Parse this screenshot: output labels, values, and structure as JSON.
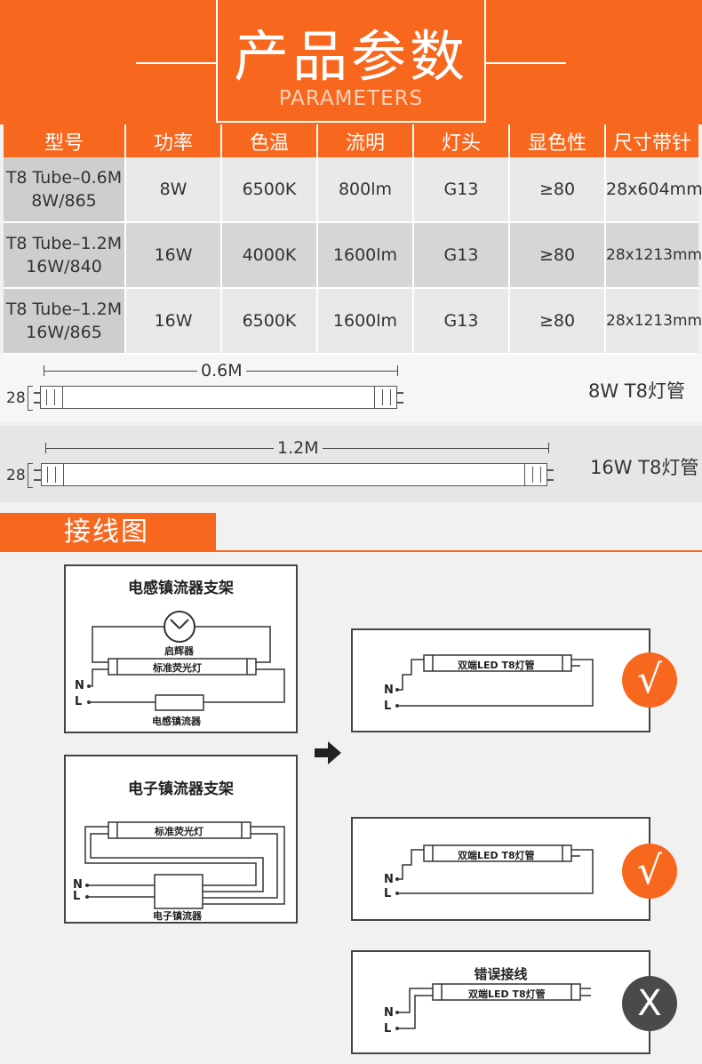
{
  "header": {
    "title": "产品参数",
    "subtitle": "PARAMETERS"
  },
  "table": {
    "columns": [
      "型号",
      "功率",
      "色温",
      "流明",
      "灯头",
      "显色性",
      "尺寸带针"
    ],
    "rows": [
      {
        "model_line1": "T8 Tube–0.6M",
        "model_line2": "8W/865",
        "power": "8W",
        "cct": "6500K",
        "lumen": "800lm",
        "base": "G13",
        "cri": "≥80",
        "size": "28x604mm"
      },
      {
        "model_line1": "T8 Tube–1.2M",
        "model_line2": "16W/840",
        "power": "16W",
        "cct": "4000K",
        "lumen": "1600lm",
        "base": "G13",
        "cri": "≥80",
        "size": "28x1213mm"
      },
      {
        "model_line1": "T8 Tube–1.2M",
        "model_line2": "16W/865",
        "power": "16W",
        "cct": "6500K",
        "lumen": "1600lm",
        "base": "G13",
        "cri": "≥80",
        "size": "28x1213mm"
      }
    ]
  },
  "tubes": [
    {
      "length_label": "0.6M",
      "diameter_label": "28",
      "caption": "8W T8灯管"
    },
    {
      "length_label": "1.2M",
      "diameter_label": "28",
      "caption": "16W T8灯管"
    }
  ],
  "wiring": {
    "section_title": "接线图",
    "inductive": {
      "title": "电感镇流器支架",
      "starter": "启辉器",
      "lamp": "标准荧光灯",
      "ballast": "电感镇流器",
      "n": "N",
      "l": "L"
    },
    "electronic": {
      "title": "电子镇流器支架",
      "lamp": "标准荧光灯",
      "ballast": "电子镇流器",
      "n": "N",
      "l": "L"
    },
    "result1": {
      "lamp": "双端LED T8灯管",
      "n": "N",
      "l": "L",
      "mark": "√"
    },
    "result2": {
      "lamp": "双端LED T8灯管",
      "n": "N",
      "l": "L",
      "mark": "√"
    },
    "result3": {
      "title": "错误接线",
      "lamp": "双端LED T8灯管",
      "n": "N",
      "l": "L",
      "mark": "X"
    }
  },
  "colors": {
    "accent": "#f7671e",
    "dark_badge": "#4a4a4a"
  }
}
